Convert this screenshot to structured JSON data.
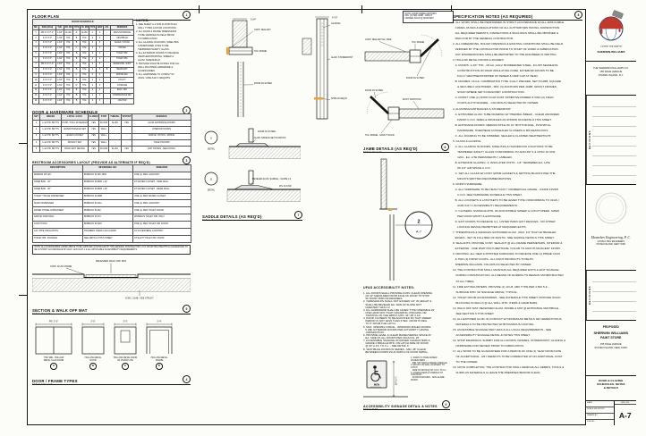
{
  "sheet": {
    "accent": "#e8a13c",
    "red": "#c0392b",
    "blue": "#1f3a6e"
  },
  "floor_plan": {
    "title": "FLOOR PLAN",
    "bubble": "1",
    "schedule_title": "DOOR SCHEDULE",
    "schedule": [
      [
        "NO.",
        "SIZE (WxH)",
        "THK.",
        "DR. MATL",
        "TYPE",
        "FR. MATL",
        "TYPE",
        "HDW",
        "LBL",
        "REMARKS"
      ],
      [
        "1",
        "PR.3'-0\"x7'-0\"",
        "1-3/4\"",
        "ALUM.",
        "A",
        "ALUM.",
        "1",
        "1",
        "-",
        "MAIN ENTRANCE"
      ],
      [
        "2",
        "3'-0\"x7'-0\"",
        "1-3/4\"",
        "H.M.",
        "B",
        "H.M.",
        "2",
        "2",
        "-",
        "VESTIBULE"
      ],
      [
        "3",
        "3'-0\"x7'-0\"",
        "1-3/4\"",
        "H.M.",
        "B",
        "H.M.",
        "2",
        "3",
        "-",
        "SALES / STOCK"
      ],
      [
        "4",
        "3'-0\"x7'-0\"",
        "1-3/4\"",
        "H.M.",
        "C",
        "H.M.",
        "2",
        "3",
        "-",
        "OFFICE"
      ],
      [
        "5",
        "3'-0\"x7'-0\"",
        "1-3/4\"",
        "H.M.",
        "B",
        "H.M.",
        "2",
        "4",
        "-",
        "TOILET RM."
      ],
      [
        "6",
        "3'-0\"x7'-0\"",
        "1-3/4\"",
        "H.M.",
        "B",
        "H.M.",
        "2",
        "4",
        "-",
        "TOILET RM."
      ],
      [
        "7",
        "PR.3'-0\"x7'-0\"",
        "1-3/4\"",
        "H.M.",
        "A",
        "H.M.",
        "2",
        "5",
        "-",
        "RECEIVING / EXIT"
      ],
      [
        "8",
        "3'-0\"x7'-0\"",
        "1-3/4\"",
        "H.M.",
        "B",
        "H.M.",
        "2",
        "5",
        "B",
        "REAR EXIT"
      ],
      [
        "9",
        "3'-0\"x7'-0\"",
        "1-3/4\"",
        "H.M.",
        "C",
        "H.M.",
        "2",
        "3",
        "-",
        "MIXING RM."
      ],
      [
        "10",
        "3'-0\"x7'-0\"",
        "1-3/4\"",
        "H.M.",
        "B",
        "H.M.",
        "2",
        "3",
        "-",
        "UTILITY"
      ],
      [
        "11",
        "3'-0\"x7'-0\"",
        "1-3/4\"",
        "H.M.",
        "D",
        "H.M.",
        "2",
        "3",
        "-",
        "STORAGE"
      ],
      [
        "12",
        "3'-0\"x7'-0\"",
        "1-3/4\"",
        "H.M.",
        "B",
        "H.M.",
        "2",
        "3",
        "-",
        "ELEC. RM."
      ],
      [
        "13",
        "3'-0\"x7'-0\"",
        "1-3/4\"",
        "H.M.",
        "B",
        "H.M.",
        "2",
        "3",
        "-",
        "COMPRESSOR RM."
      ],
      [
        "14",
        "3'-0\"x7'-0\"",
        "1-3/4\"",
        "H.M.",
        "B",
        "H.M.",
        "2",
        "3",
        "-",
        "JANITOR"
      ]
    ],
    "notes_title": "NOTES:",
    "notes": "1. SEE SHEET A-1 FOR FLOOR PLAN,\n   WALL TYPES & DOOR LOCATIONS.\n2. ALL DOOR & FRAME DIMENSIONS\n   TO BE VERIFIED IN FIELD PRIOR\n   TO FABRICATION.\n3. ALL GLAZING IN DOORS, SIDELITES\n   & BORROWED LITES TO BE\n   TEMPERED SAFETY GLASS.\n4. ALL EXTERIOR DOORS TO RECEIVE\n   WEATHERSTRIPPING, SWEEP &\n   ALUM. THRESHOLD.\n5. PROVIDE SOLID BLOCKING FOR ALL\n   WALL MOUNTED HARDWARE &\n   ACCESSORIES.\n6. ALL HARDWARE TO COMPLY W/\n   UFAS / ANSI A117.1 REQ'MTS."
  },
  "hardware": {
    "title": "DOOR & HARDWARE SCHEDULE",
    "bubble": "2",
    "table": [
      [
        "SET",
        "HINGES",
        "LATCH / LOCK",
        "CLOSER",
        "STOP",
        "THRESH.",
        "W'STRIP",
        "REMARKS"
      ],
      [
        "1",
        "1-1/2 PR. BUTTS",
        "PUSH / PULL W/ DEADLOCK",
        "YES",
        "FLOOR",
        "ALUM.",
        "YES",
        "ALUM. ENTRANCE DOORS"
      ],
      [
        "2",
        "1-1/2 PR. BUTTS",
        "LEVER PASSAGE SET",
        "YES",
        "WALL",
        "-",
        "-",
        "INTERIOR DOORS"
      ],
      [
        "3",
        "1-1/2 PR. BUTTS",
        "LEVER LOCKSET",
        "YES",
        "WALL",
        "-",
        "-",
        "OFFICE / STOCK / MIXING"
      ],
      [
        "4",
        "1-1/2 PR. BUTTS",
        "PRIVACY SET",
        "YES",
        "WALL",
        "-",
        "-",
        "TOILET ROOMS"
      ],
      [
        "5",
        "1-1/2 PR. BUTTS",
        "PANIC EXIT DEVICE",
        "YES",
        "FLOOR",
        "ALUM.",
        "YES",
        "EXIT DOORS - SEE NOTES"
      ]
    ]
  },
  "restroom": {
    "title": "RESTROOM ACCESSORIES LAYOUT (PROVIDE AS ALTERNATE IF REQ'D)",
    "bubble": "3",
    "table": [
      [
        "DESCRIPTION",
        "MFG/MODEL NO.",
        "REMARKS"
      ],
      [
        "MIRROR 18\"x36\"",
        "BOBRICK B-165 1836",
        "ONE (1) PER LAVATORY"
      ],
      [
        "GRAB BAR - 42\"",
        "BOBRICK B-6806 x 42\"",
        "AT WATER CLOSET - SIDE WALL"
      ],
      [
        "GRAB BAR - 36\"",
        "BOBRICK B-6806 x 36\"",
        "AT WATER CLOSET - REAR WALL"
      ],
      [
        "TOILET TISSUE DISPENSER",
        "BOBRICK B-2888",
        "ONE (1) PER WATER CLOSET"
      ],
      [
        "SOAP DISPENSER",
        "BOBRICK B-2111",
        "ONE (1) PER LAVATORY"
      ],
      [
        "PAPER TOWEL DISPENSER",
        "BOBRICK B-262",
        "ONE (1) PER TOILET ROOM"
      ],
      [
        "NAPKIN DISPOSAL",
        "BOBRICK B-270",
        "WOMEN'S TOILET RM. ONLY"
      ],
      [
        "COAT HOOK",
        "BOBRICK B-2116",
        "ONE (1) PER TOILET RM. DOOR"
      ],
      [
        "LAV. PIPE INSULATION",
        "TRUEBRO HANDI LAV-GUARD",
        "AT ACCESSIBLE LAVATORY"
      ],
      [
        "TOILET RM. SIGNAGE",
        "SEE DETAIL 9 THIS SHEET",
        "AT EACH TOILET RM. DOOR"
      ]
    ],
    "note": "NOTE: ALL ACCESSORIES LISTED ABOVE TO BE SUPPLIED & INSTALLED BY THE GENERAL CONTRACTOR U.O.N. MOUNTING HEIGHTS & CLEARANCES TO BE IN STRICT ACCORDANCE W/ UFAS / ANSI A117.1 & ALL APPLICABLE ACCESSIBILITY REQUIREMENTS."
  },
  "walkoff": {
    "title": "SECTION & WALK OFF MAT",
    "bubble": "5",
    "scale": "SCALE: 3\" = 1'-0\"",
    "labels": {
      "mat": "RECESSED WALK-OFF MAT",
      "frame": "CONT. ALUM. FRAME",
      "slab": "CONC. SLAB - SEE STRUCT."
    }
  },
  "door_types": {
    "title": "DOOR / FRAME TYPES",
    "bubble": "4",
    "scale": "SCALE: 1/4\" = 1'-0\"",
    "doors": [
      {
        "dim": "PR. 3'-0\"",
        "mark": "A",
        "label": "\"HM\" DBL. HOLLOW\nMETAL CLAD DOOR"
      },
      {
        "dim": "3'-0\"",
        "mark": "B",
        "label": "HOLLOW METAL\nDOOR"
      },
      {
        "dim": "3'-0\"",
        "mark": "C",
        "label": "HOLLOW METAL DOOR\nW/ VISION LITE"
      },
      {
        "dim": "3'-4\"",
        "mark": "D",
        "label": "HOLLOW METAL\nFRAME"
      }
    ]
  },
  "head_details": {
    "d1": {
      "dim": "5-3/4\"",
      "l1": "CONT. SEALANT",
      "l2": "H.M. FRAME",
      "l3": "DOOR AS SCHED."
    },
    "d2": {
      "dim": "4-7/8\"",
      "l1": "GLAZING",
      "l2": "ALUM. STOREFRONT",
      "l3": "SHIM AS REQ'D"
    }
  },
  "saddle": {
    "title": "SADDLE DETAILS (AS REQ'D)",
    "bubble": "7",
    "scale": "SCALE: 3\" = 1'-0\"",
    "d1": {
      "tag": "1",
      "label": "DETAIL",
      "l1": "ALUM. SADDLE SET IN MASTIC",
      "l2": "DOOR AS SCHED."
    },
    "d2": {
      "tag": "2",
      "label": "DETAIL",
      "l1": "BEVELED ALUM. SADDLE - SLOPE 1:2",
      "l2": "FIN. FLOOR"
    }
  },
  "jamb": {
    "title": "JAMB DETAILS (AS REQ'D)",
    "bubble": "6",
    "scale": "SCALE: 3\" = 1'-0\"",
    "note": "NOTE: DOOR FRAME ANCHORS\nMIN. (3) PER JAMB - GROUT\nFRAMES SOLID @ MASONRY.",
    "d1": {
      "l1": "H.M. FRAME",
      "l2": "CONT. SEALANT EA. SIDE",
      "l3": "DOOR AS SCHED."
    },
    "d2": {
      "l1": "EXIST. PARTITION",
      "l2": "H.M. FRAME - GROUT SOLID",
      "l3": "DOOR AS SCHED."
    },
    "callout": {
      "num": "2",
      "sheet": "A-7"
    }
  },
  "ufas": {
    "title": "UFAS ACCESSIBILITY NOTES:",
    "body": "1. ALL DOORS SHALL PROVIDE A MIN. CLEAR OPENING\n   OF 32\" MEASURED FROM FACE OF DOOR TO STOP\n   W/ DOOR OPEN 90 DEGREES.\n2. THRESHOLDS SHALL NOT EXCEED 1/2\" IN HEIGHT &\n   SHALL BE BEVELED EA. SIDE W/ SLOPE NOT\n   GREATER THAN 1:2.\n3. ALL HARDWARE SHALL BE LEVER TYPE OPERABLE W/\n   ONE HAND W/O TIGHT GRASPING, PINCHING OR\n   TWISTING OF THE WRIST, MTD. 34\"-48\" A.F.F.\n4. DOOR CLOSERS TO BE ADJUSTED SO THAT SWEEP\n   PERIOD IS NOT LESS THAN 3 SEC. FROM 70 DEG.\n   TO 3\" FROM THE LATCH.\n5. MAX. OPENING FORCE - INTERIOR HINGED DOORS:\n   5 LBF. EXTERIOR DOORS PER AUTHORITY HAVING\n   JURISDICTION.\n6. PROVIDE LEVEL & CLEAR MANEUVERING SPACE AT\n   EA. SIDE OF ALL DOORS PER UFAS FIG. 25.\n7. ACCESSIBLE SIGNAGE W/ RAISED CHARACTERS &\n   GRADE 2 BRAILLE MTD. ON LATCH SIDE OF DOOR\n   @ 60\" A.F.F. TO C.L. - SEE DETAIL 9.\n8. VESTIBULE DOORS IN SERIES - MIN. 48\" CLEAR\n   BETWEEN DOORS PLUS WIDTH OF DOOR SWING."
  },
  "signage": {
    "title": "ACCESSIBILITY SIGNAGE DETAIL & NOTES",
    "bubble": "9",
    "scale": "SCALE: N.T.S.",
    "sign_text": "MEN",
    "dim": "60\" A.F.F.",
    "notes": "1. SIGNS TO HAVE RAISED CHARACTERS\n   MIN. 5/8\" HIGH & GRADE 2 BRAILLE.\n2. MOUNT ON WALL ADJACENT TO LATCH\n   SIDE OF DOOR @ 60\" A.F.F. TO C.L.\n3. CHARACTERS & SYMBOLS TO CONTRAST\n   W/ BACKGROUND - NON-GLARE FINISH."
  },
  "specs": {
    "title": "SPECIFICATION NOTES (AS REQUIRED)",
    "bubble": "8",
    "body": "1. ALL WORK SHALL BE PERFORMED IN STRICT ACCORDANCE W/ ALL APPLICABLE\n   CODES, RULES & REGULATIONS OF ALL AUTHORITIES HAVING JURISDICTION.\n   ALL REQUIRED PERMITS, INSPECTIONS & SIGN-OFFS SHALL BE OBTAINED &\n   PAID FOR BY THE GENERAL CONTRACTOR.\n2. ALL DIMENSIONS, ROUGH OPENINGS & EXISTING CONDITIONS SHALL BE FIELD\n   VERIFIED BY THE CONTRACTOR PRIOR TO START OF WORK & FABRICATION.\n   ANY DISCREPANCIES SHALL BE REPORTED TO THE ENGINEER IN WRITING.\n3. HOLLOW METAL DOORS & FRAMES:\n   A. DOORS: 1-3/4\" THK., 18 GA. GALV. BONDERIZED STEEL, FLUSH SEAMLESS\n      CONSTRUCTION W/ RIGID INSULATING CORE. EXTERIOR DOORS TO BE\n      FULLY WEATHERSTRIPPED W/ SWEEP & DRIP CAP AT HEAD.\n   B. FRAMES: 16 GA. COMBINATION TYPE, FULLY WELDED, SET PLUMB, SQUARE\n      & SECURELY ANCHORED - MIN. (3) ANCHORS PER JAMB. GROUT FRAMES\n      SOLID WHERE SET IN MASONRY CONSTRUCTION.\n   C. FINISH: ONE (1) SHOP COAT RUST INHIBITIVE PRIMER & TWO (2) FIELD\n      COATS ALKYD ENAMEL - COLORS AS SELECTED BY OWNER.\n4. ALUMINUM ENTRANCES & STOREFRONT:\n   A. EXTRUDED ALUM. TUBE FRAMING W/ THERMAL BREAK - CLEAR ANODIZED\n      FINISH U.O.N. SIZES & PROFILES AS SHOWN ON DETAILS THIS SHEET.\n   B. ENTRANCE DOORS: MEDIUM STILE W/ 10\" BOTTOM RAIL, PUSH/PULL\n      HARDWARE, OVERHEAD CONCEALED CLOSERS & MS DEADLOCKS.\n   C. ALL FRAMING TO BE SHIMMED, SEALED & FLASHED WEATHERTIGHT.\n5. GLASS & GLAZING:\n   A. ALL GLAZING IN DOORS, SIDELITES & HAZARDOUS LOCATIONS TO BE\n      TEMPERED SAFETY GLASS CONFORMING TO ANSI Z97.1 & CPSC 16 CFR\n      1201 - EA. LITE PERMANENTLY LABELED.\n   B. EXTERIOR GLAZING: 1\" INSULATED UNITS - 1/4\" TEMPERED EA. LITE\n      W/ 1/2\" AIR SPACE U.O.N.\n   C. SET ALL GLASS W/ CONT. EPDM GASKETS & SETTING BLOCKS PER THE\n      MFG'R'S WRITTEN RECOMMENDATIONS.\n6. FINISH HARDWARE:\n   A. ALL HARDWARE TO BE HEAVY DUTY COMMERCIAL GRADE - US26D FINISH\n      U.O.N. SEE HARDWARE SCHEDULE THIS SHEET.\n   B. ALL LOCKSETS & LATCHSETS TO BE LEVER TYPE CONFORMING TO UFAS /\n      ANSI A117.1 ACCESSIBILITY REQUIREMENTS.\n   C. CLOSERS: SURFACE MTD. W/ ADJUSTABLE SWEEP & LATCH SPEED, SIZED\n      PER DOOR WIDTH & EXPOSURE.\n   D. EXIT DOORS TO RECEIVE U.L. LISTED PANIC EXIT DEVICES - NO OTHER\n      LOCKING DEVICE PERMITTED AT REQUIRED EXITS.\n7. THRESHOLDS & SADDLES: EXTRUDED ALUM., MAX. 1/2\" HIGH W/ BEVELED\n   EDGES - SET IN FULL BED OF MASTIC. SEE SADDLE DETAILS THIS SHEET.\n8. SEALANTS: PROVIDE CONT. SEALANT @ ALL FRAME PERIMETERS, INTERIOR &\n   EXTERIOR - ONE PART POLYURETHANE, COLOR TO MATCH ADJACENT FINISH.\n9. PAINTING: ALL NEW & PATCHED SURFACES TO RECEIVE ONE (1) PRIME COAT\n   & TWO (2) FINISH COATS - ALL PAINT PRODUCTS TO BE BY\n   SHERWIN-WILLIAMS. COLORS AS SELECTED BY OWNER.\n10. THE CONTRACTOR SHALL MAINTAIN ALL REQUIRED EXITS & EXIT SIGNAGE\n    DURING CONSTRUCTION. ALL MEANS OF EGRESS TO REMAIN UNOBSTRUCTED\n    AT ALL TIMES.\n11. FIRE EXTINGUISHERS: PROVIDE (1) 10 LB. ABC TYPE PER 2,500 S.F. -\n    SURFACE MTD. W/ SIGNAGE ABOVE, TYPICAL.\n12. TOILET ROOM ACCESSORIES - SEE SCHEDULE THIS SHEET. PROVIDE SOLID\n    BLOCKING IN WALLS @ ALL WALL MTD. ITEMS & GRAB BARS.\n13. WALK-OFF MAT: RECESSED ALUM. FRAME & MAT @ ENTRANCE VESTIBULE -\n    SEE SECTION 5 THIS SHEET.\n14. ALL EXPOSED ALUM. IN CONTACT W/ DISSIMILAR METALS OR CEMENTITIOUS\n    MATERIALS TO BE PROTECTED W/ BITUMINOUS COATING.\n15. ACCESSIBLE SIGNAGE PER UFAS & ALL LOCAL REQUIREMENTS - SEE\n    ACCESSIBILITY SIGNAGE DETAIL & NOTES THIS SHEET.\n16. SHOP DRAWINGS: SUBMIT FOR ALL DOORS, FRAMES, STOREFRONT, GLAZING &\n    HARDWARE FOR REVIEW PRIOR TO FABRICATION.\n17. ALL WORK TO BE GUARANTEED FOR A PERIOD OF ONE (1) YEAR FROM DATE\n    OF ACCEPTANCE - ANY DEFECTS TO BE CORRECTED AT NO ADDITIONAL COST\n    TO THE OWNER.\n18. UPON COMPLETION, THE CONTRACTOR SHALL REMOVE ALL DEBRIS, TOOLS &\n    SURPLUS MATERIALS & LEAVE THE PREMISES BROOM CLEAN."
  },
  "titleblock": {
    "logo_caption": "COVER THE EARTH",
    "brand": "SHERWIN-WILLIAMS",
    "client": "THE SHERWIN-WILLIAMS CO.\n155 PAGE AVENUE\nSTATEN ISLAND, N.Y.",
    "revisions_label": "REVISIONS",
    "engineer": "Mavashev Engineering, P. C.",
    "engineer_sub": "CONSULTING ENGINEERS\nSTATEN ISLAND, NEW YORK",
    "project": {
      "p1": "PROPOSED",
      "p2": "SHERWIN WILLIAMS",
      "p3": "PAINT STORE",
      "addr": "155 PAGE AVENUE\nSTATEN ISLAND, NEW YORK"
    },
    "dwg_title": "DOOR & GLAZING\nSCHEDULES, NOTES\n& DETAILS",
    "fields": {
      "f1": "DATE:",
      "f2": "SCALE: AS NOTED",
      "f3": "DRAWN BY:",
      "f4": "JOB NO.:"
    },
    "sheet_label": "DWG. NO.",
    "sheet_no": "A-7"
  }
}
